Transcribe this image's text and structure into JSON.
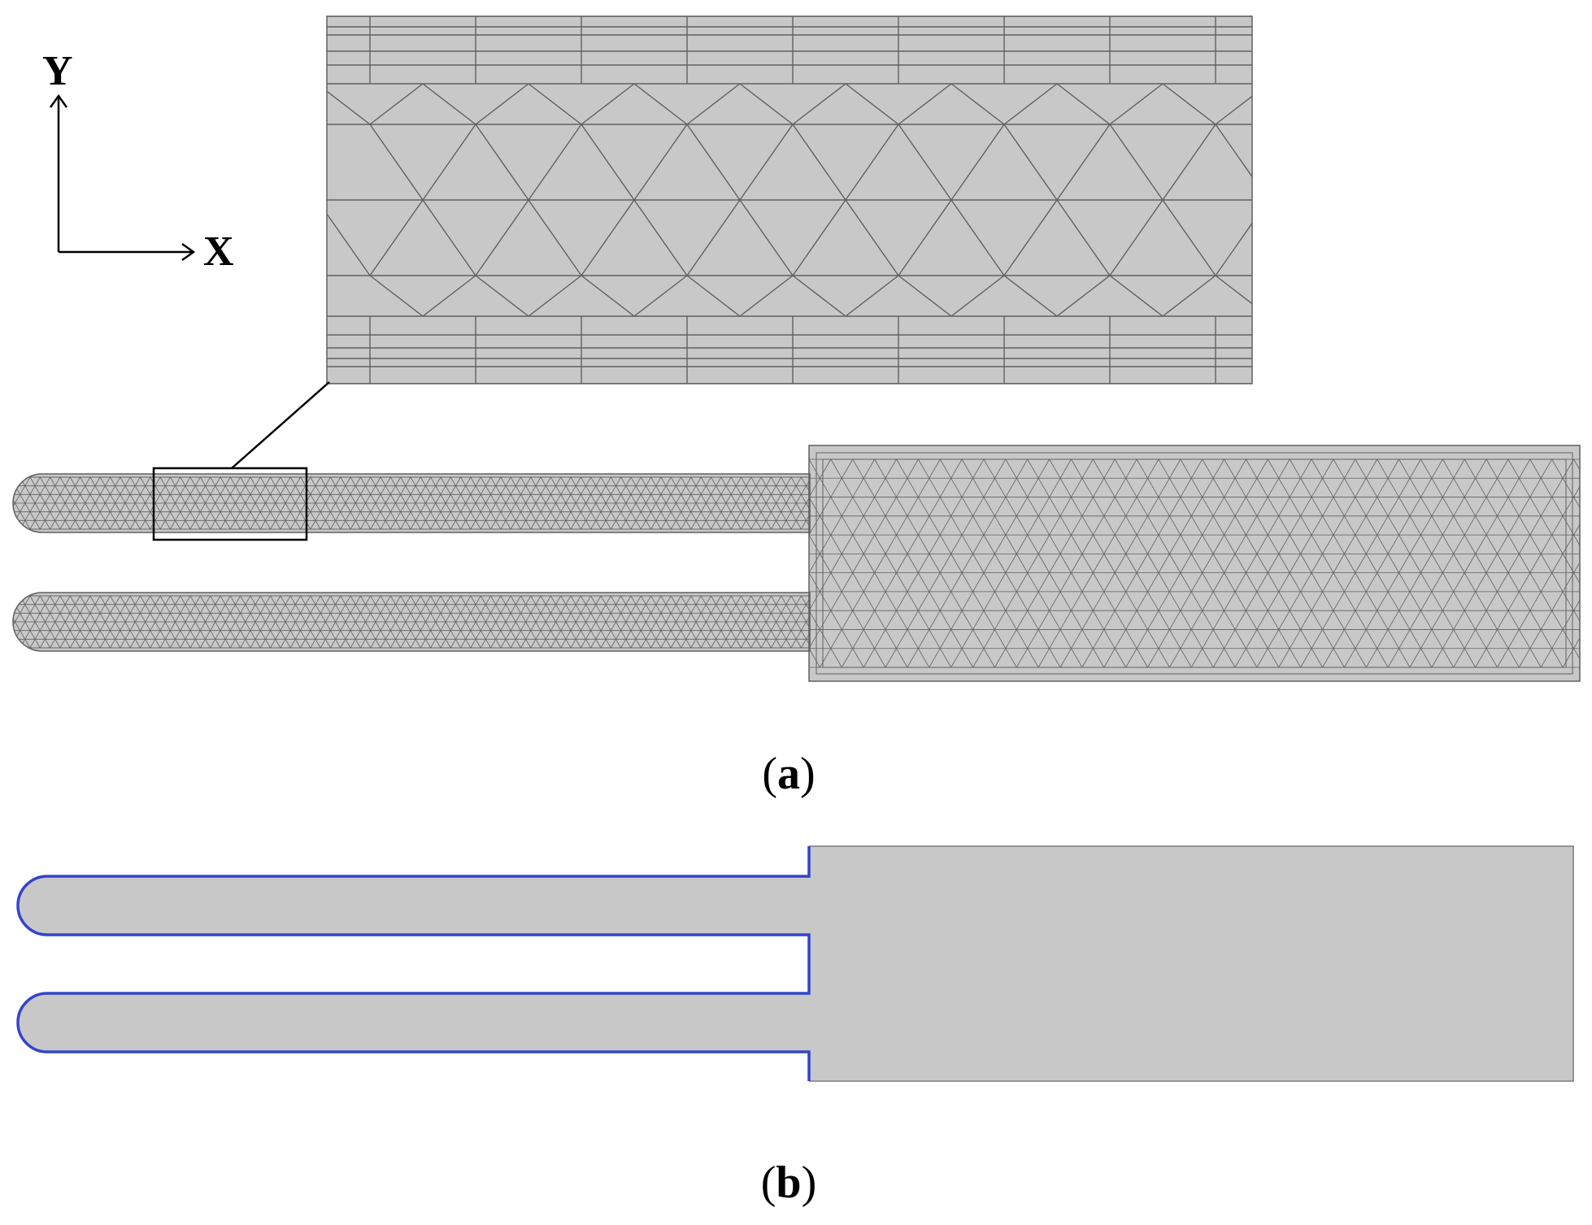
{
  "axes": {
    "y_label": "Y",
    "x_label": "X"
  },
  "panels": {
    "a": {
      "open": "(",
      "letter": "a",
      "close": ")"
    },
    "b": {
      "open": "(",
      "letter": "b",
      "close": ")"
    }
  },
  "colors": {
    "domain_fill": "#c8c8c8",
    "mesh_line": "#606060",
    "outline": "#707070",
    "boundary_highlight": "#3344cc",
    "zoom_box": "#000000"
  }
}
